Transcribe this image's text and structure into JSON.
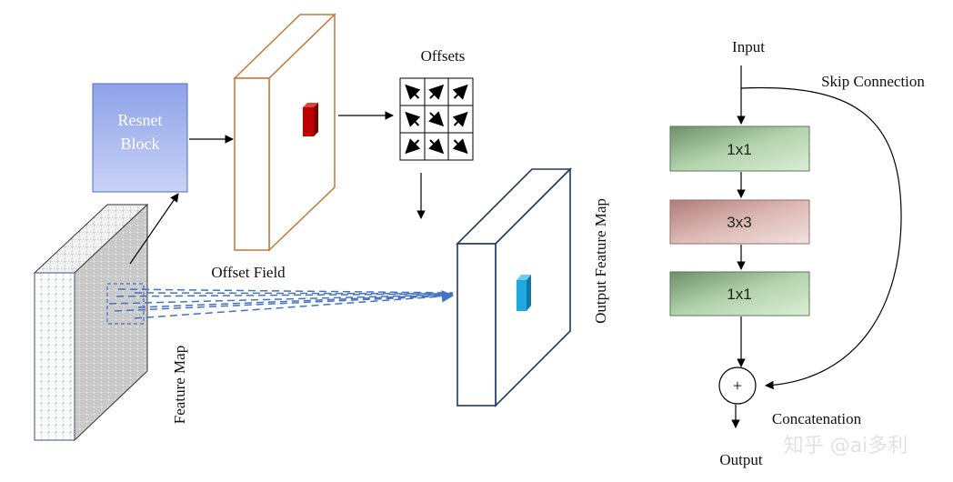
{
  "labels": {
    "resnet_block_line1": "Resnet",
    "resnet_block_line2": "Block",
    "offsets": "Offsets",
    "offset_field": "Offset Field",
    "feature_map": "Feature Map",
    "output_feature_map": "Output Feature Map",
    "input": "Input",
    "skip_connection": "Skip Connection",
    "conv1": "1x1",
    "conv2": "3x3",
    "conv3": "1x1",
    "plus": "+",
    "concatenation": "Concatenation",
    "output": "Output"
  },
  "watermark": "知乎 @ai多利",
  "offset_grid_arrows": [
    "↖",
    "↗",
    "↗",
    "↖",
    "↘",
    "↗",
    "↙",
    "↘",
    "↘"
  ],
  "colors": {
    "resnet_block_fill": "#a9b6ee",
    "resnet_block_border": "#4a6fc4",
    "offset_volume_border": "#c07a3a",
    "offset_cube": "#c00000",
    "output_volume_border": "#203864",
    "output_cube": "#1fa8e0",
    "dashed_lines": "#4472c4",
    "conv_green": "#a9c9a4",
    "conv_red": "#d8aeaa"
  }
}
